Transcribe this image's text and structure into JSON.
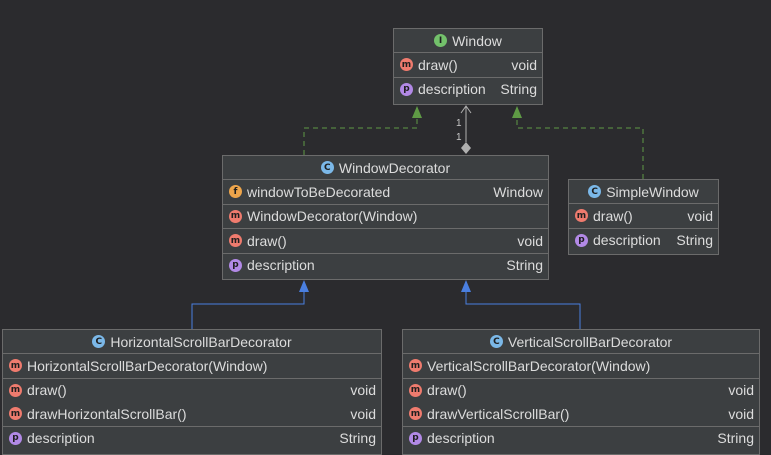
{
  "classes": {
    "window": {
      "name": "Window",
      "kind_icon": "interface-icon",
      "members": [
        [
          {
            "icon": "method-abstract-icon",
            "name": "draw()",
            "type": "void"
          }
        ],
        [
          {
            "icon": "property-icon",
            "name": "description",
            "type": "String"
          }
        ]
      ]
    },
    "window_decorator": {
      "name": "WindowDecorator",
      "kind_icon": "abstract-class-icon",
      "members": [
        [
          {
            "icon": "field-icon",
            "name": "windowToBeDecorated",
            "type": "Window"
          }
        ],
        [
          {
            "icon": "method-icon",
            "name": "WindowDecorator(Window)",
            "type": ""
          }
        ],
        [
          {
            "icon": "method-icon",
            "name": "draw()",
            "type": "void"
          }
        ],
        [
          {
            "icon": "property-icon",
            "name": "description",
            "type": "String"
          }
        ]
      ]
    },
    "simple_window": {
      "name": "SimpleWindow",
      "kind_icon": "class-icon",
      "members": [
        [
          {
            "icon": "method-icon",
            "name": "draw()",
            "type": "void"
          }
        ],
        [
          {
            "icon": "property-icon",
            "name": "description",
            "type": "String"
          }
        ]
      ]
    },
    "horizontal": {
      "name": "HorizontalScrollBarDecorator",
      "kind_icon": "class-icon",
      "members": [
        [
          {
            "icon": "method-icon",
            "name": "HorizontalScrollBarDecorator(Window)",
            "type": ""
          }
        ],
        [
          {
            "icon": "method-icon",
            "name": "draw()",
            "type": "void"
          },
          {
            "icon": "method-icon",
            "name": "drawHorizontalScrollBar()",
            "type": "void"
          }
        ],
        [
          {
            "icon": "property-icon",
            "name": "description",
            "type": "String"
          }
        ]
      ]
    },
    "vertical": {
      "name": "VerticalScrollBarDecorator",
      "kind_icon": "class-icon",
      "members": [
        [
          {
            "icon": "method-icon",
            "name": "VerticalScrollBarDecorator(Window)",
            "type": ""
          }
        ],
        [
          {
            "icon": "method-icon",
            "name": "draw()",
            "type": "void"
          },
          {
            "icon": "method-icon",
            "name": "drawVerticalScrollBar()",
            "type": "void"
          }
        ],
        [
          {
            "icon": "property-icon",
            "name": "description",
            "type": "String"
          }
        ]
      ]
    }
  },
  "multiplicities": {
    "window_end": "1",
    "decorator_end": "1"
  },
  "icon_letters": {
    "interface-icon": "I",
    "class-icon": "C",
    "abstract-class-icon": "C",
    "method-icon": "m",
    "method-abstract-icon": "m",
    "field-icon": "f",
    "property-icon": "p"
  },
  "colors": {
    "realization": "#5f9a45",
    "generalization": "#4a7fe0",
    "aggregation": "#b0b0b0",
    "background": "#2b2b2e",
    "box": "#3c3f41"
  }
}
